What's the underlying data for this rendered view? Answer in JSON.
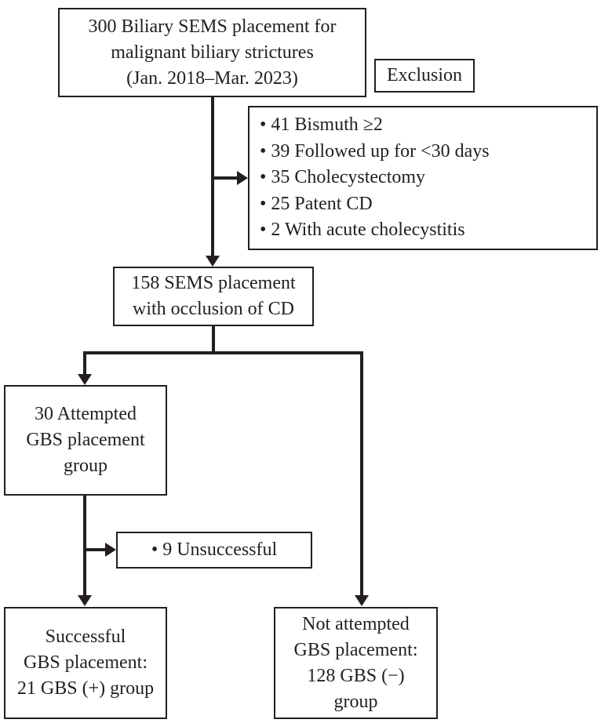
{
  "colors": {
    "line": "#231f20",
    "text": "#231f20",
    "background": "#ffffff"
  },
  "flowchart": {
    "source_box": {
      "line1": "300 Biliary SEMS placement for",
      "line2": "malignant biliary strictures",
      "line3": "(Jan. 2018–Mar. 2023)"
    },
    "exclusion_label": "Exclusion",
    "exclusion_list": {
      "items": [
        "• 41 Bismuth ≥2",
        "• 39 Followed up for <30 days",
        "• 35 Cholecystectomy",
        "• 25 Patent CD",
        "• 2 With acute cholecystitis"
      ]
    },
    "sems_occlusion_box": {
      "line1": "158 SEMS placement",
      "line2": "with occlusion of CD"
    },
    "attempted_box": {
      "line1": "30 Attempted",
      "line2": "GBS placement",
      "line3": "group"
    },
    "unsuccessful_box": {
      "text": "• 9 Unsuccessful"
    },
    "successful_box": {
      "line1": "Successful",
      "line2": "GBS placement:",
      "line3": "21 GBS (+) group"
    },
    "not_attempted_box": {
      "line1": "Not attempted",
      "line2": "GBS placement:",
      "line3": "128 GBS (−)",
      "line4": "group"
    }
  }
}
